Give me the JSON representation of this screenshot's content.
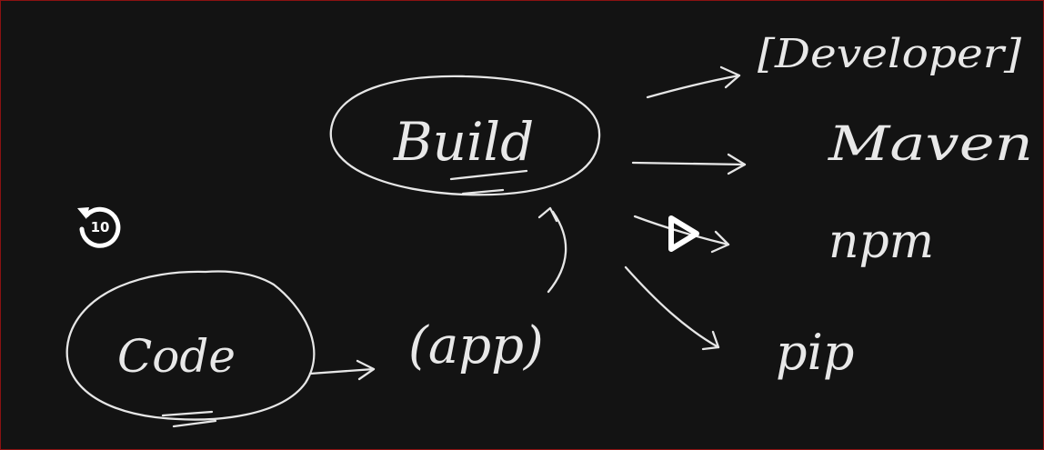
{
  "video": {
    "rewind_seconds": "10"
  },
  "sketch": {
    "words": {
      "code": "Code",
      "app": "(app)",
      "build": "Build",
      "developer": "[Developer]",
      "maven": "Maven",
      "npm": "npm",
      "pip": "pip"
    }
  },
  "icons": {
    "rewind": "rewind-10-icon",
    "play": "play-icon"
  },
  "colors": {
    "background": "#131313",
    "ink": "#e6e6e6",
    "frame_border": "#8b1212"
  }
}
